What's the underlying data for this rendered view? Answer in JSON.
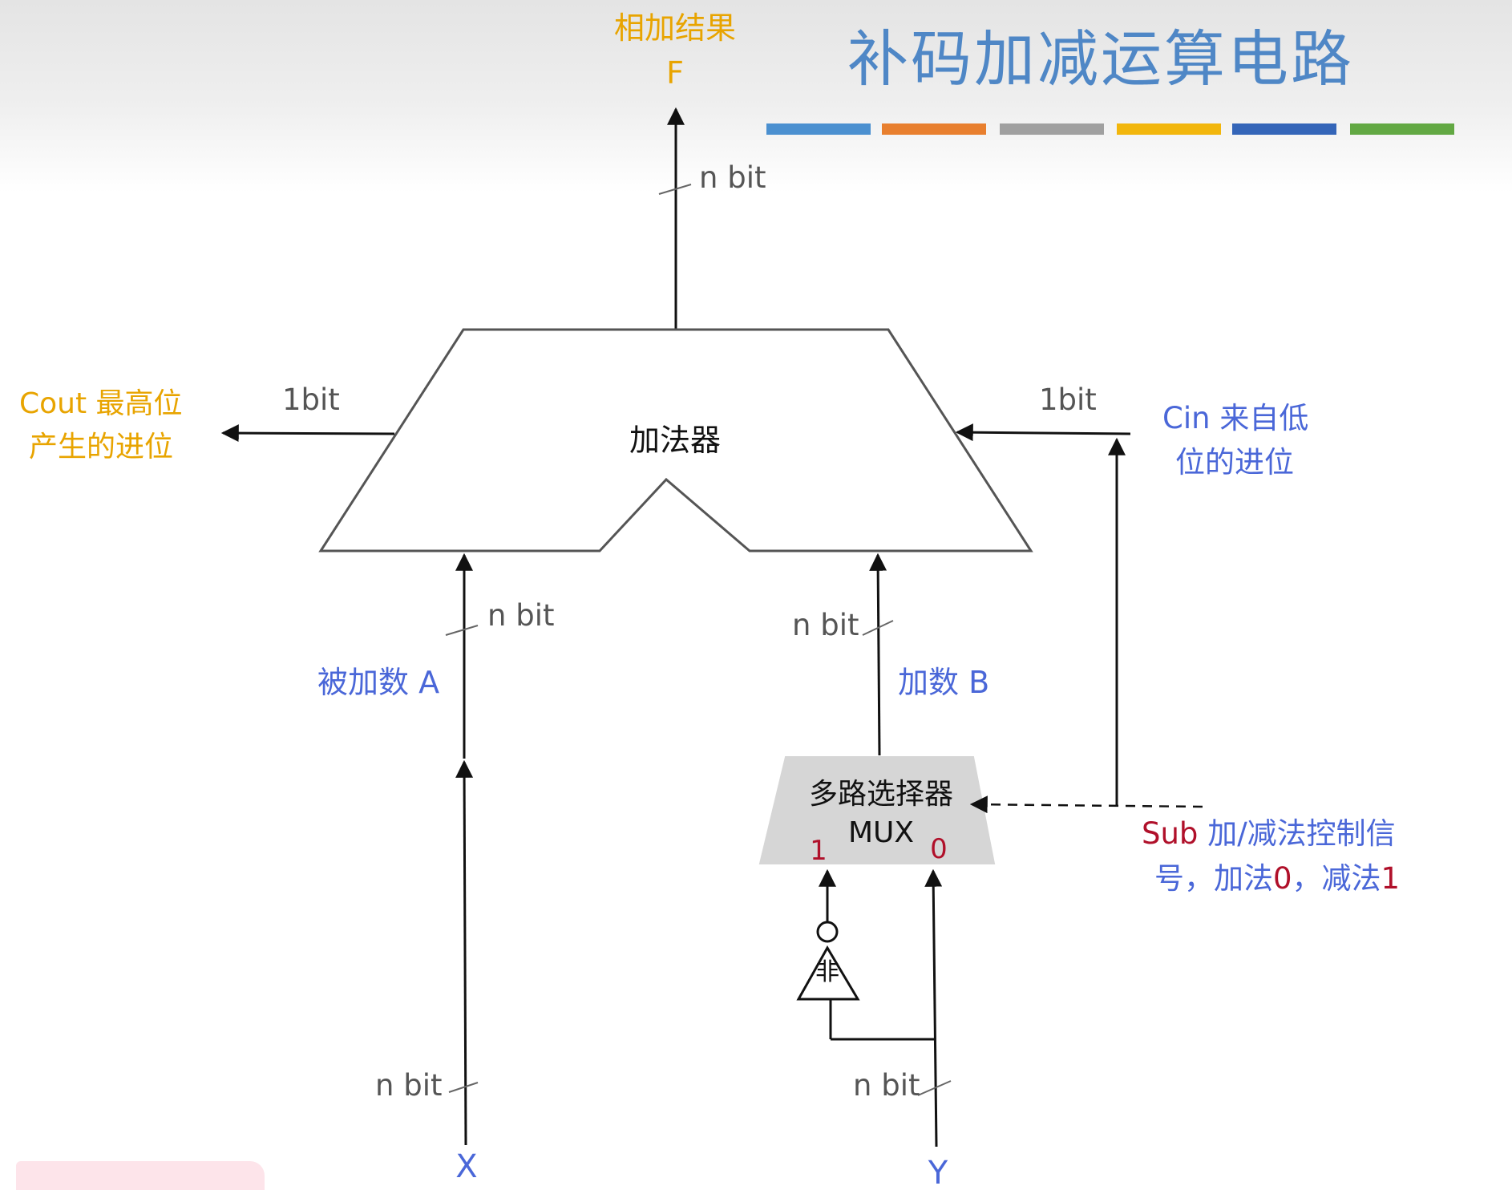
{
  "title": "补码加减运算电路",
  "title_bar_colors": [
    "#4b90d0",
    "#e87f2e",
    "#a0a0a0",
    "#f2b60c",
    "#3465b8",
    "#62a843"
  ],
  "output": {
    "line1": "相加结果",
    "line2": "F"
  },
  "adder_label": "加法器",
  "mux": {
    "line1": "多路选择器",
    "line2": "MUX",
    "input1": "1",
    "input0": "0"
  },
  "not_gate_label": "非",
  "bit_labels": {
    "output": "n bit",
    "cout": "1bit",
    "cin": "1bit",
    "a_bus": "n bit",
    "b_bus": "n bit",
    "x_bus": "n bit",
    "y_bus": "n bit"
  },
  "cout": {
    "line1": "Cout 最高位",
    "line2": "产生的进位"
  },
  "cin": {
    "line1": "Cin 来自低",
    "line2": "位的进位"
  },
  "operand_a": "被加数 A",
  "operand_b": "加数 B",
  "sub": {
    "line1_red": "Sub",
    "line1_blue": " 加/减法控制信",
    "line2_a": "号，加法",
    "line2_b": "0",
    "line2_c": "，减法",
    "line2_d": "1"
  },
  "input_x": "X",
  "input_y": "Y",
  "colors": {
    "title": "#4f87c6",
    "yellow_label": "#e8a400",
    "blue_label": "#4a67d8",
    "red_label": "#b0102a",
    "mux_fill": "#d6d6d6"
  }
}
